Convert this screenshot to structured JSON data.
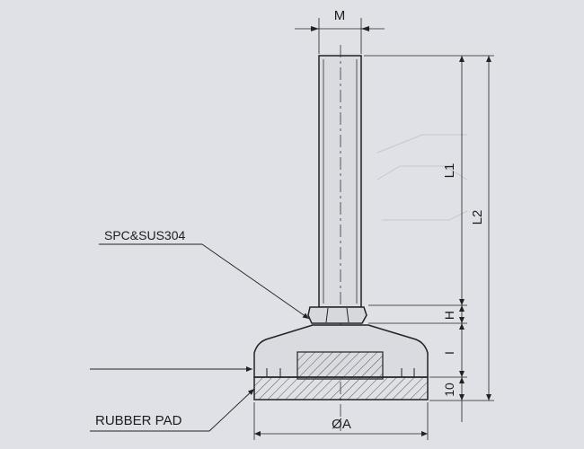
{
  "drawing": {
    "callouts": {
      "material": "SPC&SUS304",
      "pad": "RUBBER PAD"
    },
    "dimensions": {
      "thread_diameter": "M",
      "thread_length": "L1",
      "overall_length": "L2",
      "nut_height": "H",
      "base_height": "I",
      "pad_thickness": "10",
      "base_diameter": "ØA"
    }
  },
  "colors": {
    "background": "#dfe1e6",
    "line": "#222222",
    "hatch": "#555555"
  }
}
